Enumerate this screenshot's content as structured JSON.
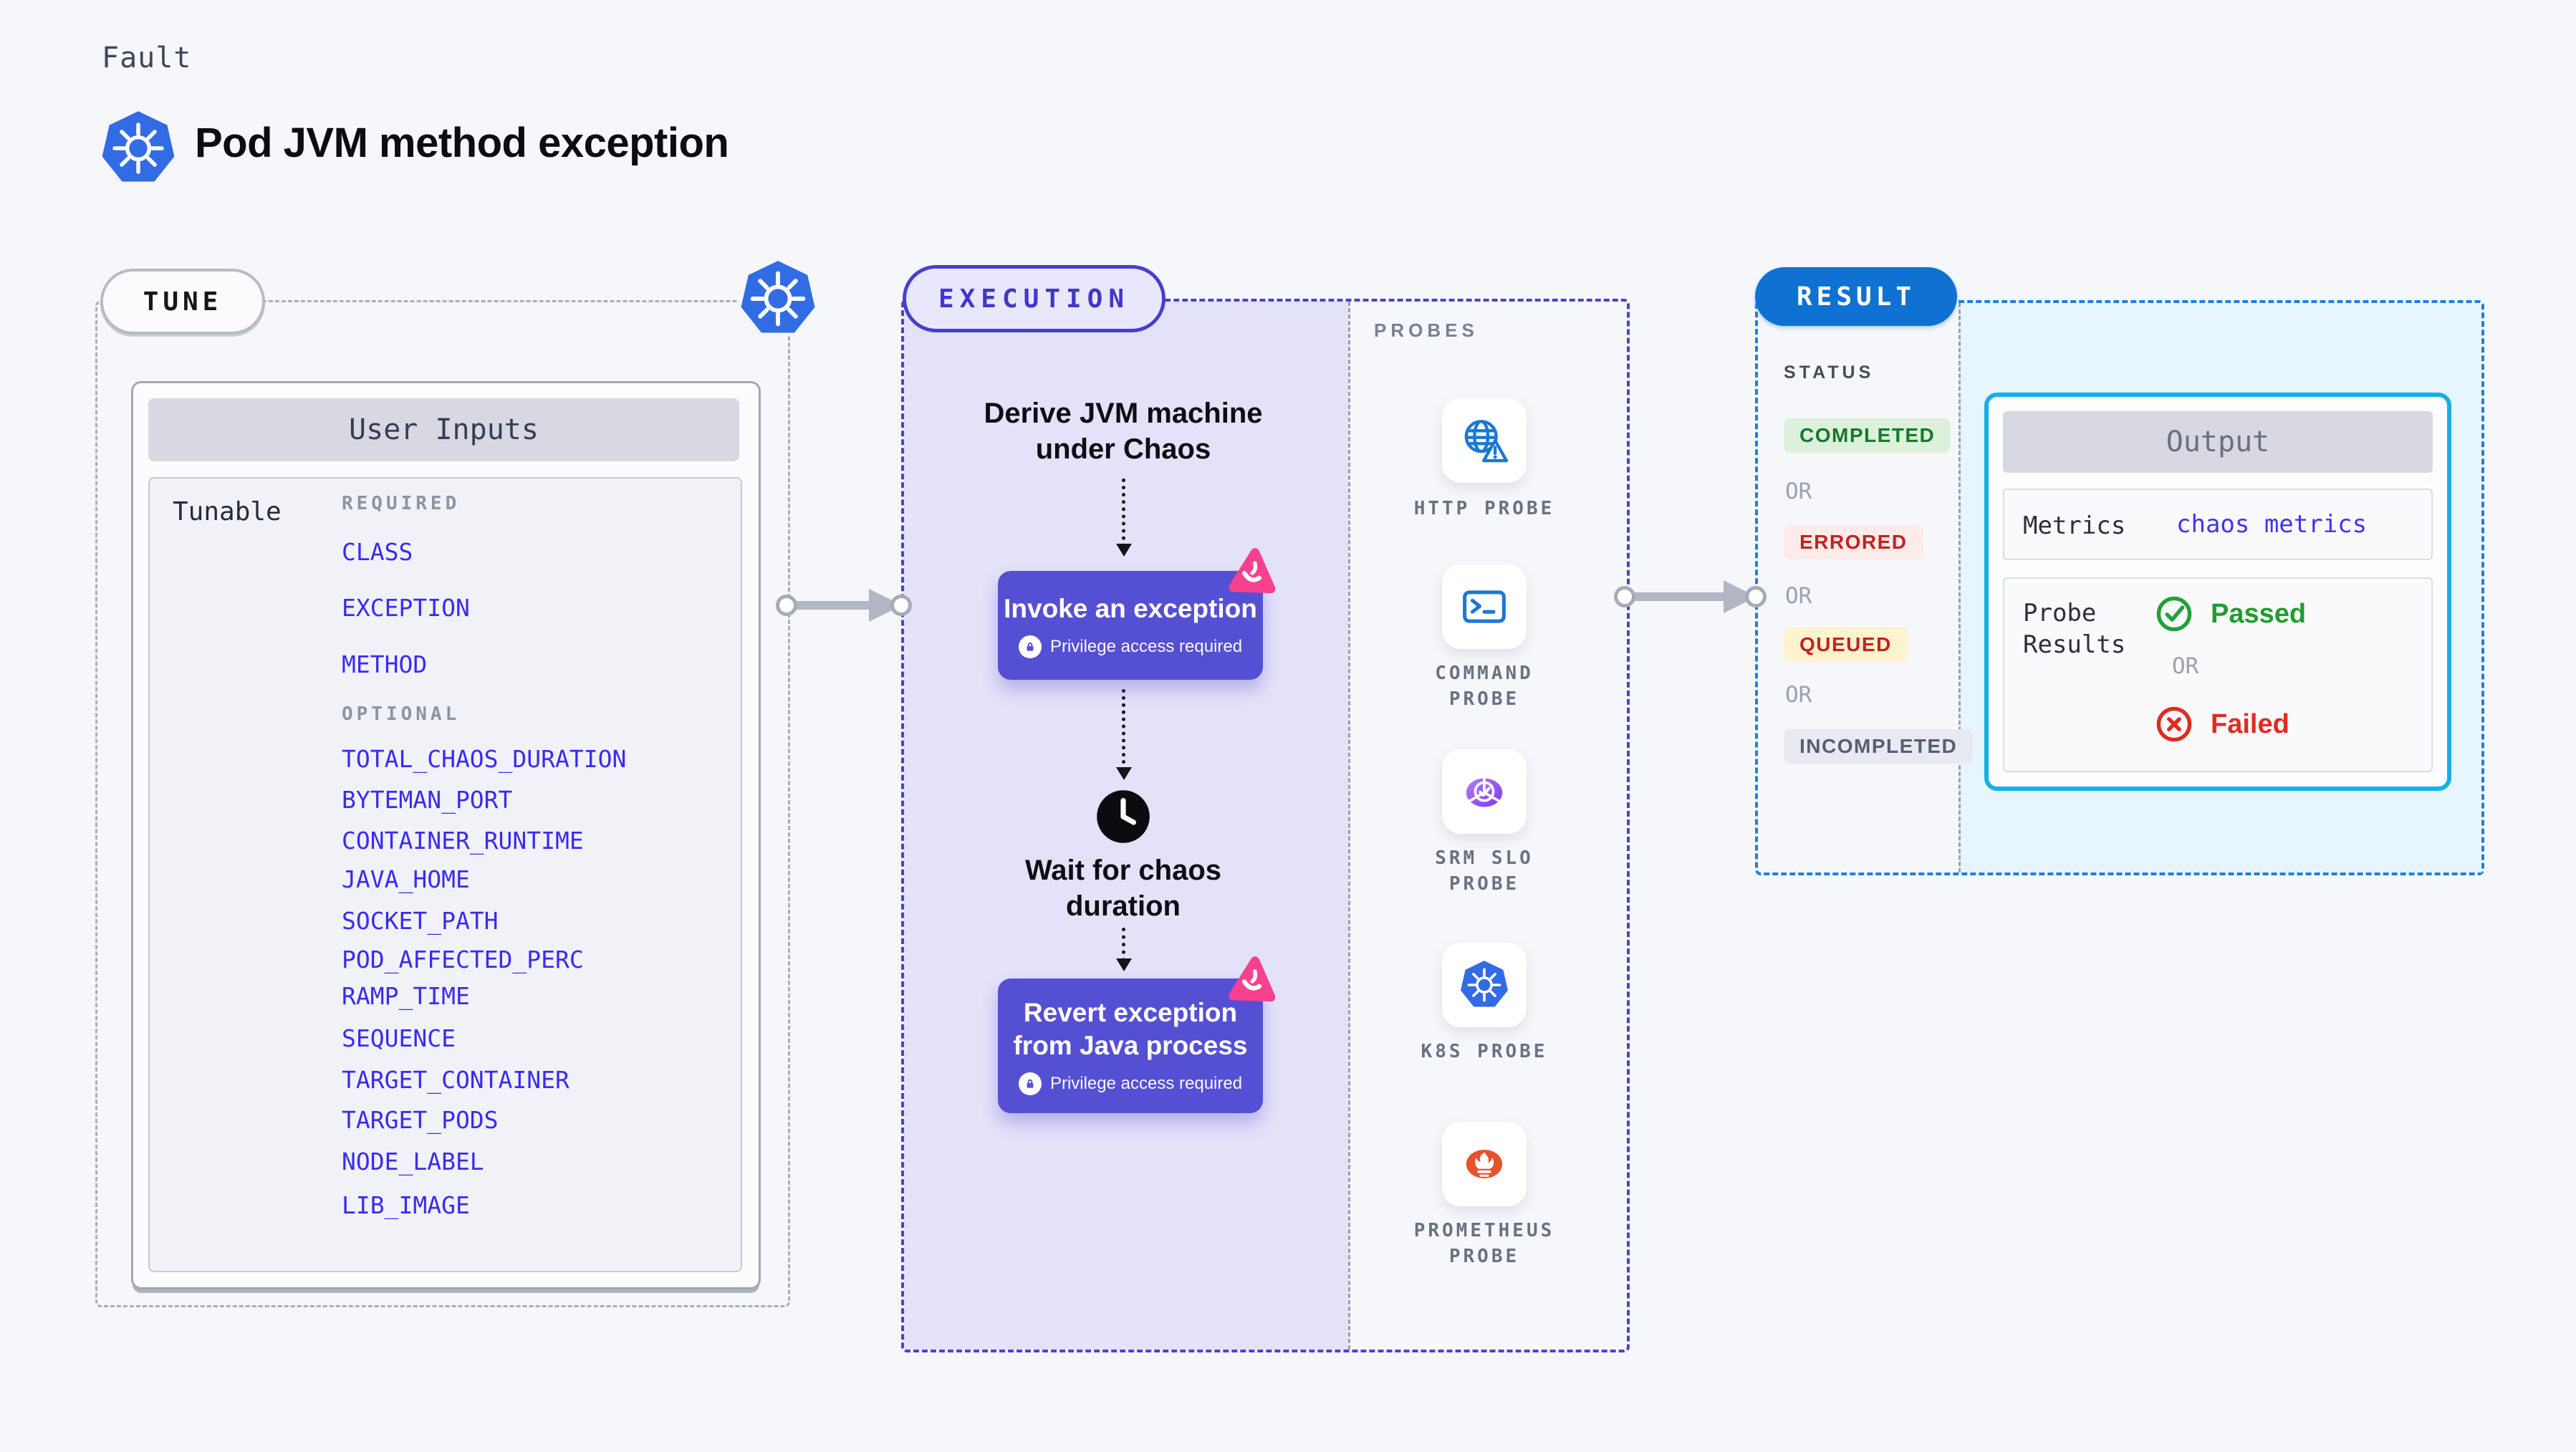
{
  "page": {
    "eyebrow": "Fault",
    "title": "Pod JVM method exception"
  },
  "tune": {
    "badge": "TUNE",
    "card_title": "User Inputs",
    "row_label": "Tunable",
    "required_label": "REQUIRED",
    "required": [
      "CLASS",
      "EXCEPTION",
      "METHOD"
    ],
    "optional_label": "OPTIONAL",
    "optional": [
      "TOTAL_CHAOS_DURATION",
      "BYTEMAN_PORT",
      "CONTAINER_RUNTIME",
      "JAVA_HOME",
      "SOCKET_PATH",
      "POD_AFFECTED_PERC",
      "RAMP_TIME",
      "SEQUENCE",
      "TARGET_CONTAINER",
      "TARGET_PODS",
      "NODE_LABEL",
      "LIB_IMAGE"
    ]
  },
  "execution": {
    "badge": "EXECUTION",
    "derive_label": "Derive JVM machine under Chaos",
    "invoke_label": "Invoke an exception",
    "wait_label": "Wait for chaos duration",
    "revert_label": "Revert exception from Java process",
    "privilege_note": "Privilege access required"
  },
  "probes": {
    "label": "PROBES",
    "items": [
      {
        "name": "HTTP PROBE",
        "icon": "http-probe-icon"
      },
      {
        "name": "COMMAND PROBE",
        "icon": "command-probe-icon"
      },
      {
        "name": "SRM SLO PROBE",
        "icon": "srm-slo-probe-icon"
      },
      {
        "name": "K8S PROBE",
        "icon": "kubernetes-icon"
      },
      {
        "name": "PROMETHEUS PROBE",
        "icon": "prometheus-icon"
      }
    ]
  },
  "result": {
    "badge": "RESULT",
    "status_label": "STATUS",
    "or_label": "OR",
    "statuses": [
      "COMPLETED",
      "ERRORED",
      "QUEUED",
      "INCOMPLETED"
    ],
    "output": {
      "title": "Output",
      "metrics_label": "Metrics",
      "metrics_value": "chaos metrics",
      "probe_results_label": "Probe Results",
      "passed_label": "Passed",
      "failed_label": "Failed"
    }
  },
  "colors": {
    "accent_indigo": "#4b42cf",
    "action_purple": "#5550d3",
    "result_blue": "#0f72d2",
    "result_border_blue": "#1b81e3",
    "output_border_cyan": "#14b0e8",
    "param_blue": "#3a2bef",
    "k8s_blue": "#326ce5",
    "probe_icon_blue": "#1a78d2",
    "prometheus_orange": "#e6522c",
    "chaos_pink": "#f7418f",
    "passed_green": "#1f9e2e",
    "failed_red": "#df2c20",
    "completed_green": "#157a2a",
    "queued_yellow_bg": "#fdf3cd"
  }
}
